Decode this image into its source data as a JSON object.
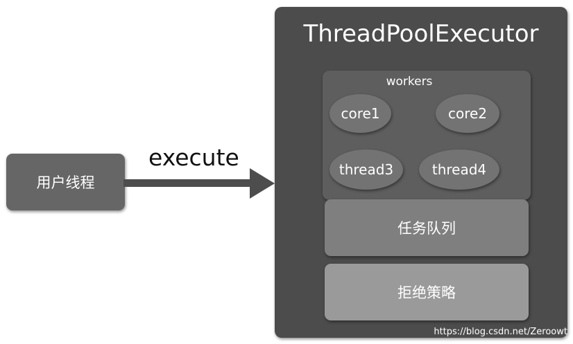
{
  "user_thread": {
    "label": "用户线程"
  },
  "execute_label": "execute",
  "executor": {
    "title": "ThreadPoolExecutor",
    "workers": {
      "title": "workers",
      "items": [
        "core1",
        "core2",
        "thread3",
        "thread4"
      ]
    },
    "task_queue": "任务队列",
    "reject_policy": "拒绝策略"
  },
  "watermark": "https://blog.csdn.net/Zeroowt",
  "colors": {
    "box_dark": "#4c4c4c",
    "box_mid": "#666666",
    "arrow": "#4d4d4d"
  }
}
